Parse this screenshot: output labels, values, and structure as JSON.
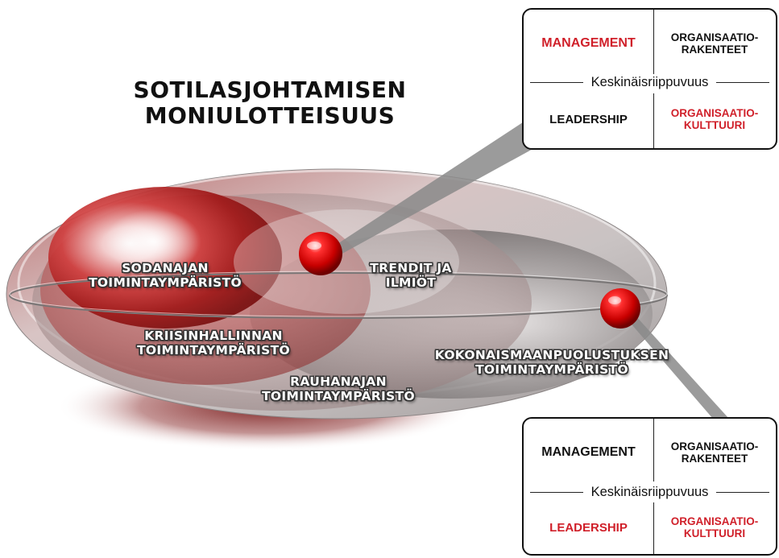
{
  "title": {
    "line1": "SOTILASJOHTAMISEN",
    "line2": "MONIULOTTEISUUS"
  },
  "zones": {
    "sodanajan": {
      "line1": "SODANAJAN",
      "line2": "TOIMINTAYMPÄRISTÖ"
    },
    "trendit": {
      "line1": "TRENDIT JA",
      "line2": "ILMIÖT"
    },
    "kriisinhallinnan": {
      "line1": "KRIISINHALLINNAN",
      "line2": "TOIMINTAYMPÄRISTÖ"
    },
    "kokonaismaanpuolustuksen": {
      "line1": "KOKONAISMAANPUOLUSTUKSEN",
      "line2": "TOIMINTAYMPÄRISTÖ"
    },
    "rauhanajan": {
      "line1": "RAUHANAJAN",
      "line2": "TOIMINTAYMPÄRISTÖ"
    }
  },
  "panels": {
    "top": {
      "management": "MANAGEMENT",
      "org_structures": {
        "line1": "ORGANISAATIO-",
        "line2": "RAKENTEET"
      },
      "interdependence": "Keskinäisriippuvuus",
      "leadership": "LEADERSHIP",
      "org_culture": {
        "line1": "ORGANISAATIO-",
        "line2": "KULTTUURI"
      },
      "highlight": [
        "management",
        "org_culture"
      ]
    },
    "bottom": {
      "management": "MANAGEMENT",
      "org_structures": {
        "line1": "ORGANISAATIO-",
        "line2": "RAKENTEET"
      },
      "interdependence": "Keskinäisriippuvuus",
      "leadership": "LEADERSHIP",
      "org_culture": {
        "line1": "ORGANISAATIO-",
        "line2": "KULTTUURI"
      },
      "highlight": [
        "leadership",
        "org_culture"
      ]
    }
  },
  "colors": {
    "highlight": "#d0202a",
    "normal": "#111111",
    "ball": "#e01010",
    "connector": "#8a8a8a"
  }
}
